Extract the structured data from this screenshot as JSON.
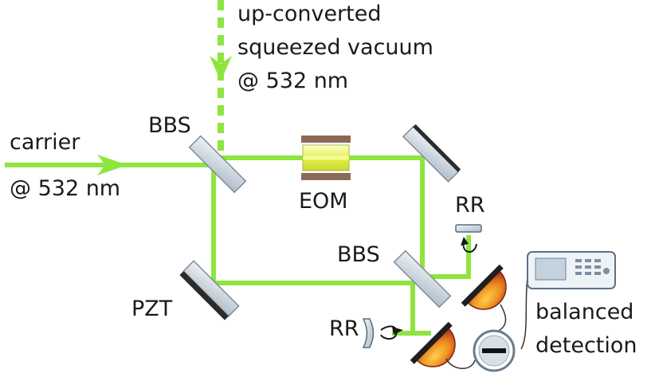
{
  "labels": {
    "squeezed_line1": "up-converted",
    "squeezed_line2": "squeezed vacuum",
    "squeezed_line3": "@ 532 nm",
    "carrier_line1": "carrier",
    "carrier_line2": "@ 532 nm",
    "bbs_top": "BBS",
    "eom": "EOM",
    "rr_top": "RR",
    "bbs_bottom": "BBS",
    "pzt": "PZT",
    "rr_bottom": "RR",
    "detection_line1": "balanced",
    "detection_line2": "detection"
  },
  "colors": {
    "beam": "#8ee53f",
    "glass": "#c9d3dc",
    "glass_edge": "#7f8c97",
    "mirror_back": "#2b2b2b",
    "eom_crystal": "#e9f27a",
    "eom_electrode": "#8b6a55",
    "detector_hot": "#f4a52c",
    "detector_dark": "#b6361b",
    "device_body": "#eef3f8",
    "device_edge": "#5c7186"
  }
}
